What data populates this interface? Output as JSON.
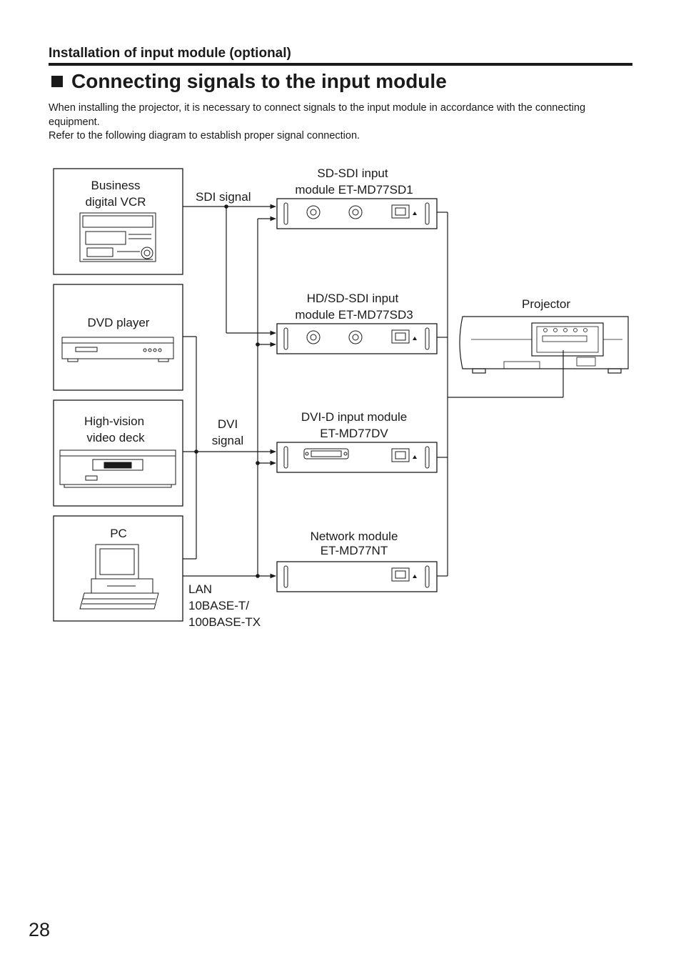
{
  "header": {
    "section": "Installation of input module (optional)",
    "title": "Connecting signals to the input module"
  },
  "intro": {
    "line1": "When installing the projector, it is necessary to connect signals to the input module in accordance with the connecting equipment.",
    "line2": "Refer to the following diagram to establish proper signal connection."
  },
  "diagram": {
    "devices": {
      "vcr": [
        "Business",
        "digital VCR"
      ],
      "dvd": "DVD player",
      "deck": [
        "High-vision",
        "video deck"
      ],
      "pc": "PC"
    },
    "signals": {
      "sdi": "SDI signal",
      "dvi": [
        "DVI",
        "signal"
      ],
      "lan": [
        "LAN",
        "10BASE-T/",
        "100BASE-TX"
      ]
    },
    "modules": {
      "sd1": [
        "SD-SDI input",
        "module ET-MD77SD1"
      ],
      "sd3": [
        "HD/SD-SDI input",
        "module ET-MD77SD3"
      ],
      "dv": [
        "DVI-D input module",
        "ET-MD77DV"
      ],
      "nt": [
        "Network module",
        "ET-MD77NT"
      ]
    },
    "projector": "Projector"
  },
  "footer": {
    "page_number": "28"
  }
}
